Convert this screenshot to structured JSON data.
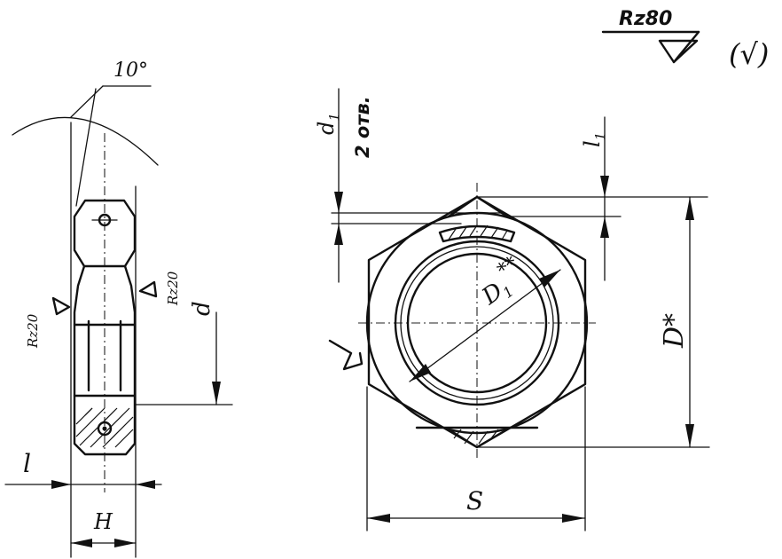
{
  "labels": {
    "angle": "10°",
    "l_small": "l",
    "H": "H",
    "d": "d",
    "rz20_left": "Rz20",
    "rz20_right": "Rz20",
    "d1": "d",
    "d1_sub": "1",
    "holes": "2 отв.",
    "l1": "l",
    "l1_sub": "1",
    "D1": "D",
    "D1_sub": "1",
    "D1_stars": "**",
    "D_star": "D*",
    "S": "S",
    "rz80": "Rz80",
    "check": "(√)"
  },
  "colors": {
    "ink": "#111111",
    "paper": "#ffffff"
  }
}
